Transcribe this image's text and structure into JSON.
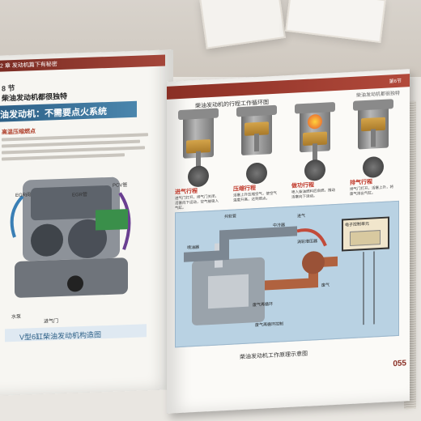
{
  "left_page": {
    "chapter_tag": "2 章 发动机篇下有秘密",
    "section_number": "8 节",
    "section_title": "柴油发动机都很独特",
    "heading": "油发动机：不需要点火系统",
    "subheading": "高温压缩燃点",
    "engine_labels": {
      "egr_valve": "EGR阀",
      "egr": "EGR管",
      "pcv": "PCV管",
      "intake_valve": "进气门",
      "water_pump": "水泵"
    },
    "caption": "V型6缸柴油发动机构造图"
  },
  "right_page": {
    "section_tag": "第6节",
    "section_sub": "柴油发动机都很独特",
    "diagram_title": "柴油发动机的行程工作循环图",
    "strokes": [
      {
        "name": "进气行程",
        "desc": "进气门打开，排气门关闭，活塞向下运动，空气被吸入气缸。"
      },
      {
        "name": "压缩行程",
        "desc": "活塞上升压缩空气，使空气温度升高，达到燃点。"
      },
      {
        "name": "做功行程",
        "desc": "喷入柴油燃料后自燃，推动活塞向下运动。"
      },
      {
        "name": "排气行程",
        "desc": "排气门打开，活塞上升，将废气排出气缸。"
      }
    ],
    "diagram_labels": {
      "ecu": "电子控制单元",
      "injector": "喷油器",
      "turbo": "涡轮增压器",
      "intercooler": "中冷器",
      "egr_loop": "废气再循环",
      "exhaust": "废气",
      "intake": "进气",
      "common_rail": "共轨管",
      "egr_valve": "废气再循环控制"
    },
    "caption": "柴油发动机工作原理示意图",
    "page_number": "055"
  }
}
